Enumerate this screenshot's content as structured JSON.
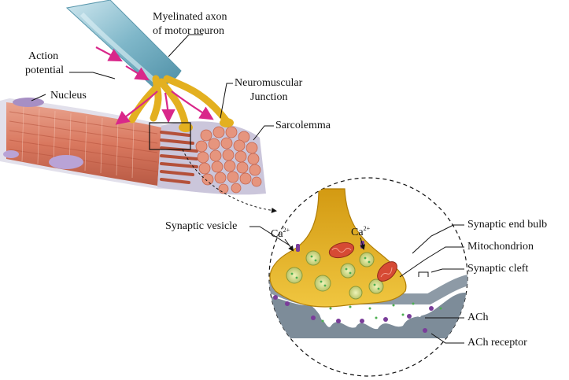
{
  "labels": {
    "myelinated_axon_line1": "Myelinated axon",
    "myelinated_axon_line2": "of motor neuron",
    "action_potential_line1": "Action",
    "action_potential_line2": "potential",
    "nucleus": "Nucleus",
    "nmj_line1": "Neuromuscular",
    "nmj_line2": "Junction",
    "sarcolemma": "Sarcolemma",
    "synaptic_vesicle": "Synaptic vesicle",
    "synaptic_end_bulb": "Synaptic end bulb",
    "mitochondrion": "Mitochondrion",
    "synaptic_cleft": "Synaptic cleft",
    "ach": "ACh",
    "ach_receptor": "ACh receptor",
    "calcium_base": "Ca",
    "calcium_charge": "2+"
  },
  "colors": {
    "muscle": "#d9785f",
    "muscle_dark": "#b4503a",
    "sarcolemma": "#c9c3d8",
    "axon": "#7fb7c9",
    "terminal": "#e3b020",
    "arrow": "#d9278a",
    "vesicle": "#cfd88a",
    "mitochondrion": "#d64a34",
    "membrane": "#8d9aa6",
    "receptor": "#7a3d9a",
    "ach": "#4caf50"
  }
}
